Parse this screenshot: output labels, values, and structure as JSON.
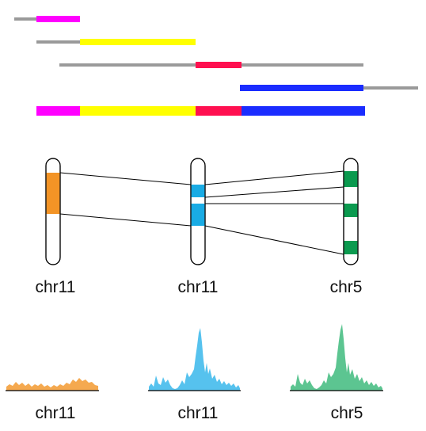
{
  "colors": {
    "segment_a": "#ff00ff",
    "segment_b": "#ffff00",
    "segment_c": "#ff1050",
    "segment_d": "#1a2cff",
    "grey_line": "#9a9a9a",
    "ideogram_1_band": "#f39426",
    "ideogram_2_band": "#19abe4",
    "ideogram_3_band": "#0b9a4f",
    "coverage_1": "#f5a94f",
    "coverage_2": "#56c2ee",
    "coverage_3": "#5cc591",
    "outline": "#000000"
  },
  "ideograms": [
    {
      "label": "chr11",
      "band_color": "#f39426"
    },
    {
      "label": "chr11",
      "band_color": "#19abe4"
    },
    {
      "label": "chr5",
      "band_color": "#0b9a4f"
    }
  ],
  "coverage": [
    {
      "label": "chr11",
      "color": "#f5a94f",
      "profile": "low"
    },
    {
      "label": "chr11",
      "color": "#56c2ee",
      "profile": "peak"
    },
    {
      "label": "chr5",
      "color": "#5cc591",
      "profile": "peak"
    }
  ]
}
